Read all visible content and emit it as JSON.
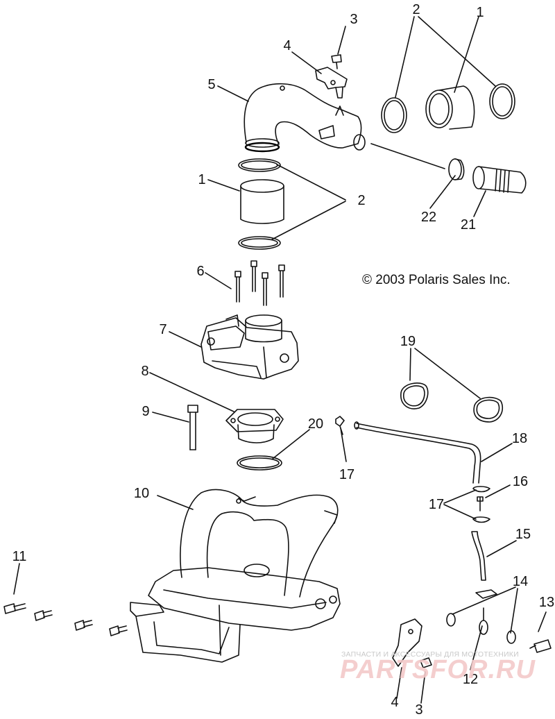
{
  "copyright": "© 2003 Polaris Sales Inc.",
  "watermark": {
    "caption": "ЗАПЧАСТИ И АКСЕССУАРЫ ДЛЯ МОТОТЕХНИКИ",
    "brand": "PARTSFOR.RU"
  },
  "callouts": {
    "c3_top": "3",
    "c2_top": "2",
    "c1_top": "1",
    "c4_top": "4",
    "c5": "5",
    "c1_mid": "1",
    "c2_mid": "2",
    "c22": "22",
    "c21": "21",
    "c6": "6",
    "c7": "7",
    "c19": "19",
    "c8": "8",
    "c9": "9",
    "c20": "20",
    "c17_a": "17",
    "c18": "18",
    "c10": "10",
    "c16": "16",
    "c17_b": "17",
    "c15": "15",
    "c11": "11",
    "c14": "14",
    "c13": "13",
    "c12": "12",
    "c4_bottom": "4",
    "c3_bottom": "3"
  }
}
